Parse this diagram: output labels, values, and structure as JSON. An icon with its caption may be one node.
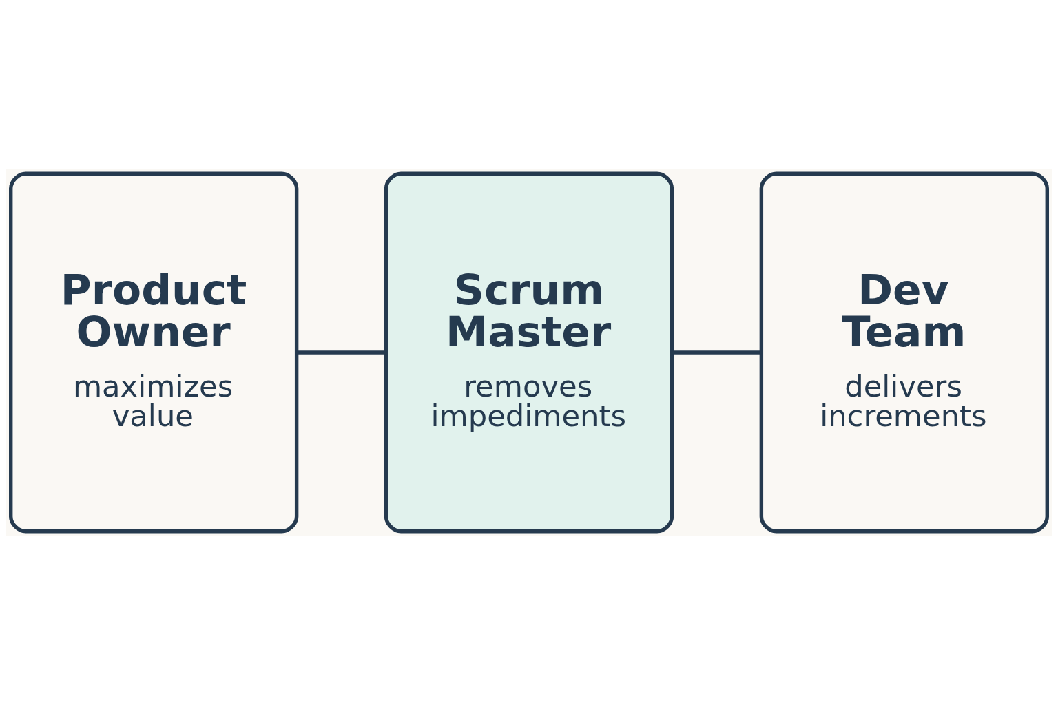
{
  "diagram": {
    "nodes": [
      {
        "text": [
          "Product Owner",
          "maximizes value"
        ]
      },
      {
        "text": [
          "Scrum Master",
          "removes impediments"
        ]
      },
      {
        "text": [
          "Dev Team",
          "delivers increments"
        ]
      }
    ],
    "edges": [
      {
        "from": 0,
        "to": 1,
        "arrow": "none"
      },
      {
        "from": 1,
        "to": 2,
        "arrow": "none"
      }
    ]
  }
}
